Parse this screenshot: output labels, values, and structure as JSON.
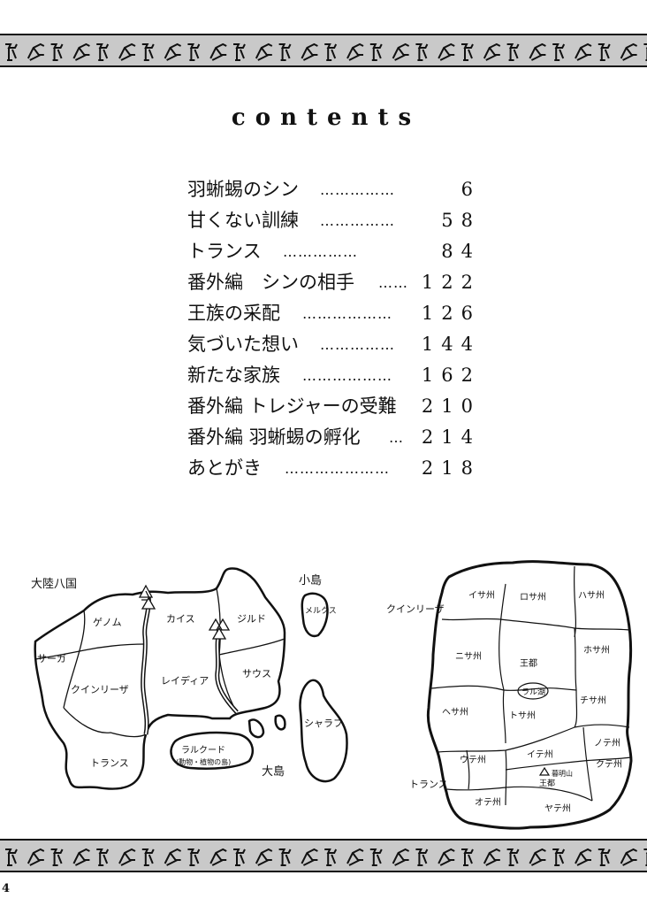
{
  "header": {
    "title": "contents"
  },
  "toc": [
    {
      "title": "羽蜥蜴のシン",
      "dots": "……………",
      "page": "6"
    },
    {
      "title": "甘くない訓練",
      "dots": "……………",
      "page": "58"
    },
    {
      "title": "トランス",
      "dots": "……………",
      "page": "84"
    },
    {
      "title": "番外編　シンの相手",
      "dots": "……",
      "page": "122"
    },
    {
      "title": "王族の采配",
      "dots": "………………",
      "page": "126"
    },
    {
      "title": "気づいた想い",
      "dots": "……………",
      "page": "144"
    },
    {
      "title": "新たな家族",
      "dots": "………………",
      "page": "162"
    },
    {
      "title": "番外編 トレジャーの受難",
      "dots": "",
      "page": "210"
    },
    {
      "title": "番外編 羽蜥蜴の孵化",
      "dots": "…",
      "page": "214"
    },
    {
      "title": "あとがき",
      "dots": "…………………",
      "page": "218"
    }
  ],
  "map_left": {
    "heading": "大陸八国",
    "islands_small": "小島",
    "islands_big": "大島",
    "regions": [
      "ゲノム",
      "カイス",
      "ジルド",
      "サーガ",
      "クインリーザ",
      "レイディア",
      "サウス",
      "トランス"
    ],
    "islands": [
      "メルクス",
      "シャラフ"
    ],
    "ralcourt": {
      "name": "ラルクード",
      "note": "(動物・植物の島)"
    }
  },
  "map_right": {
    "country": "クインリーザ",
    "neighbor": "トランス",
    "states": [
      "イサ州",
      "ロサ州",
      "ハサ州",
      "ニサ州",
      "ホサ州",
      "ヘサ州",
      "トサ州",
      "チサ州",
      "ウテ州",
      "イテ州",
      "ノテ州",
      "クテ州",
      "オテ州",
      "ヤテ州"
    ],
    "capital": "王都",
    "capital_south": "王都",
    "lake": "ラル湖",
    "mountain": "暮明山"
  },
  "footer": {
    "page_number": "4"
  }
}
